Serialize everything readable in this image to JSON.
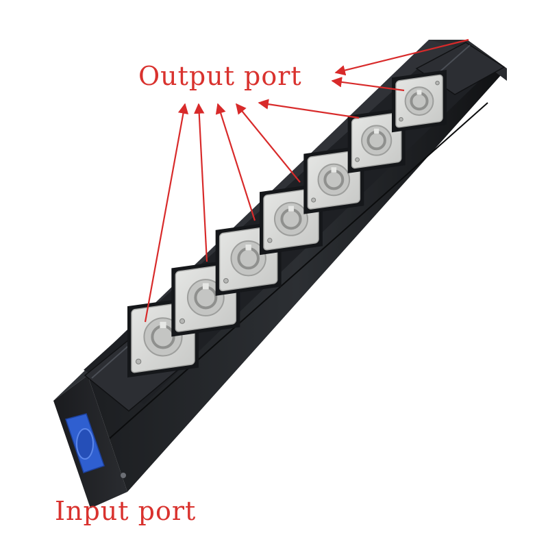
{
  "labels": {
    "output": "Output port",
    "input": "Input port"
  },
  "colors": {
    "label_text": "#d9322e",
    "arrow": "#d82a2a",
    "housing_top": "#2b2e33",
    "housing_side": "#15171a",
    "connector": "#d8d9d7",
    "connector_ring": "#c4c5c3",
    "input_connector": "#2f5fd0"
  },
  "output_port_count": 7
}
